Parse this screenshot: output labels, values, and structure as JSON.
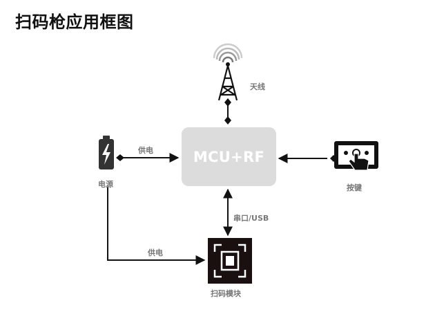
{
  "title": "扫码枪应用框图",
  "mcu": {
    "label": "MCU+RF"
  },
  "labels": {
    "antenna": "天线",
    "power": "电源",
    "power_supply_top": "供电",
    "power_supply_bottom": "供电",
    "keys": "按键",
    "serial": "串口/USB",
    "scanner": "扫码模块"
  },
  "icons": {
    "antenna": "antenna-tower-icon",
    "power": "battery-icon",
    "keys": "touch-keypad-icon",
    "scanner": "scan-frame-icon"
  },
  "colors": {
    "box": "#dcdcdc",
    "line": "#111111",
    "label": "#777777"
  }
}
